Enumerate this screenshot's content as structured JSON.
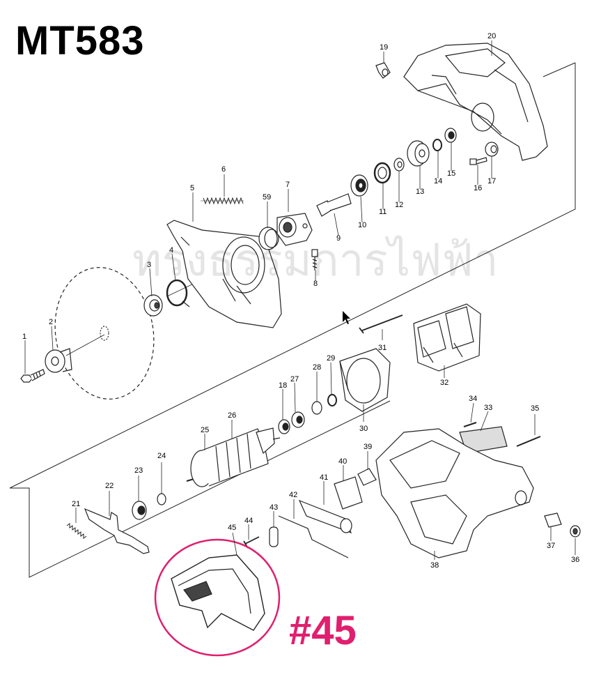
{
  "model": "MT583",
  "highlight_label": "#45",
  "watermark": "ทรงธรรมการไฟฟ้า",
  "colors": {
    "highlight": "#e01f6e",
    "line": "#222222",
    "part_fill": "#ffffff",
    "shade": "#444444"
  },
  "part_numbers": [
    "1",
    "2",
    "3",
    "4",
    "5",
    "6",
    "7",
    "59",
    "8",
    "9",
    "10",
    "11",
    "12",
    "13",
    "14",
    "15",
    "16",
    "17",
    "19",
    "20",
    "18",
    "21",
    "22",
    "23",
    "24",
    "25",
    "26",
    "27",
    "28",
    "29",
    "30",
    "31",
    "32",
    "33",
    "34",
    "35",
    "36",
    "37",
    "38",
    "39",
    "40",
    "41",
    "42",
    "43",
    "44",
    "45"
  ]
}
